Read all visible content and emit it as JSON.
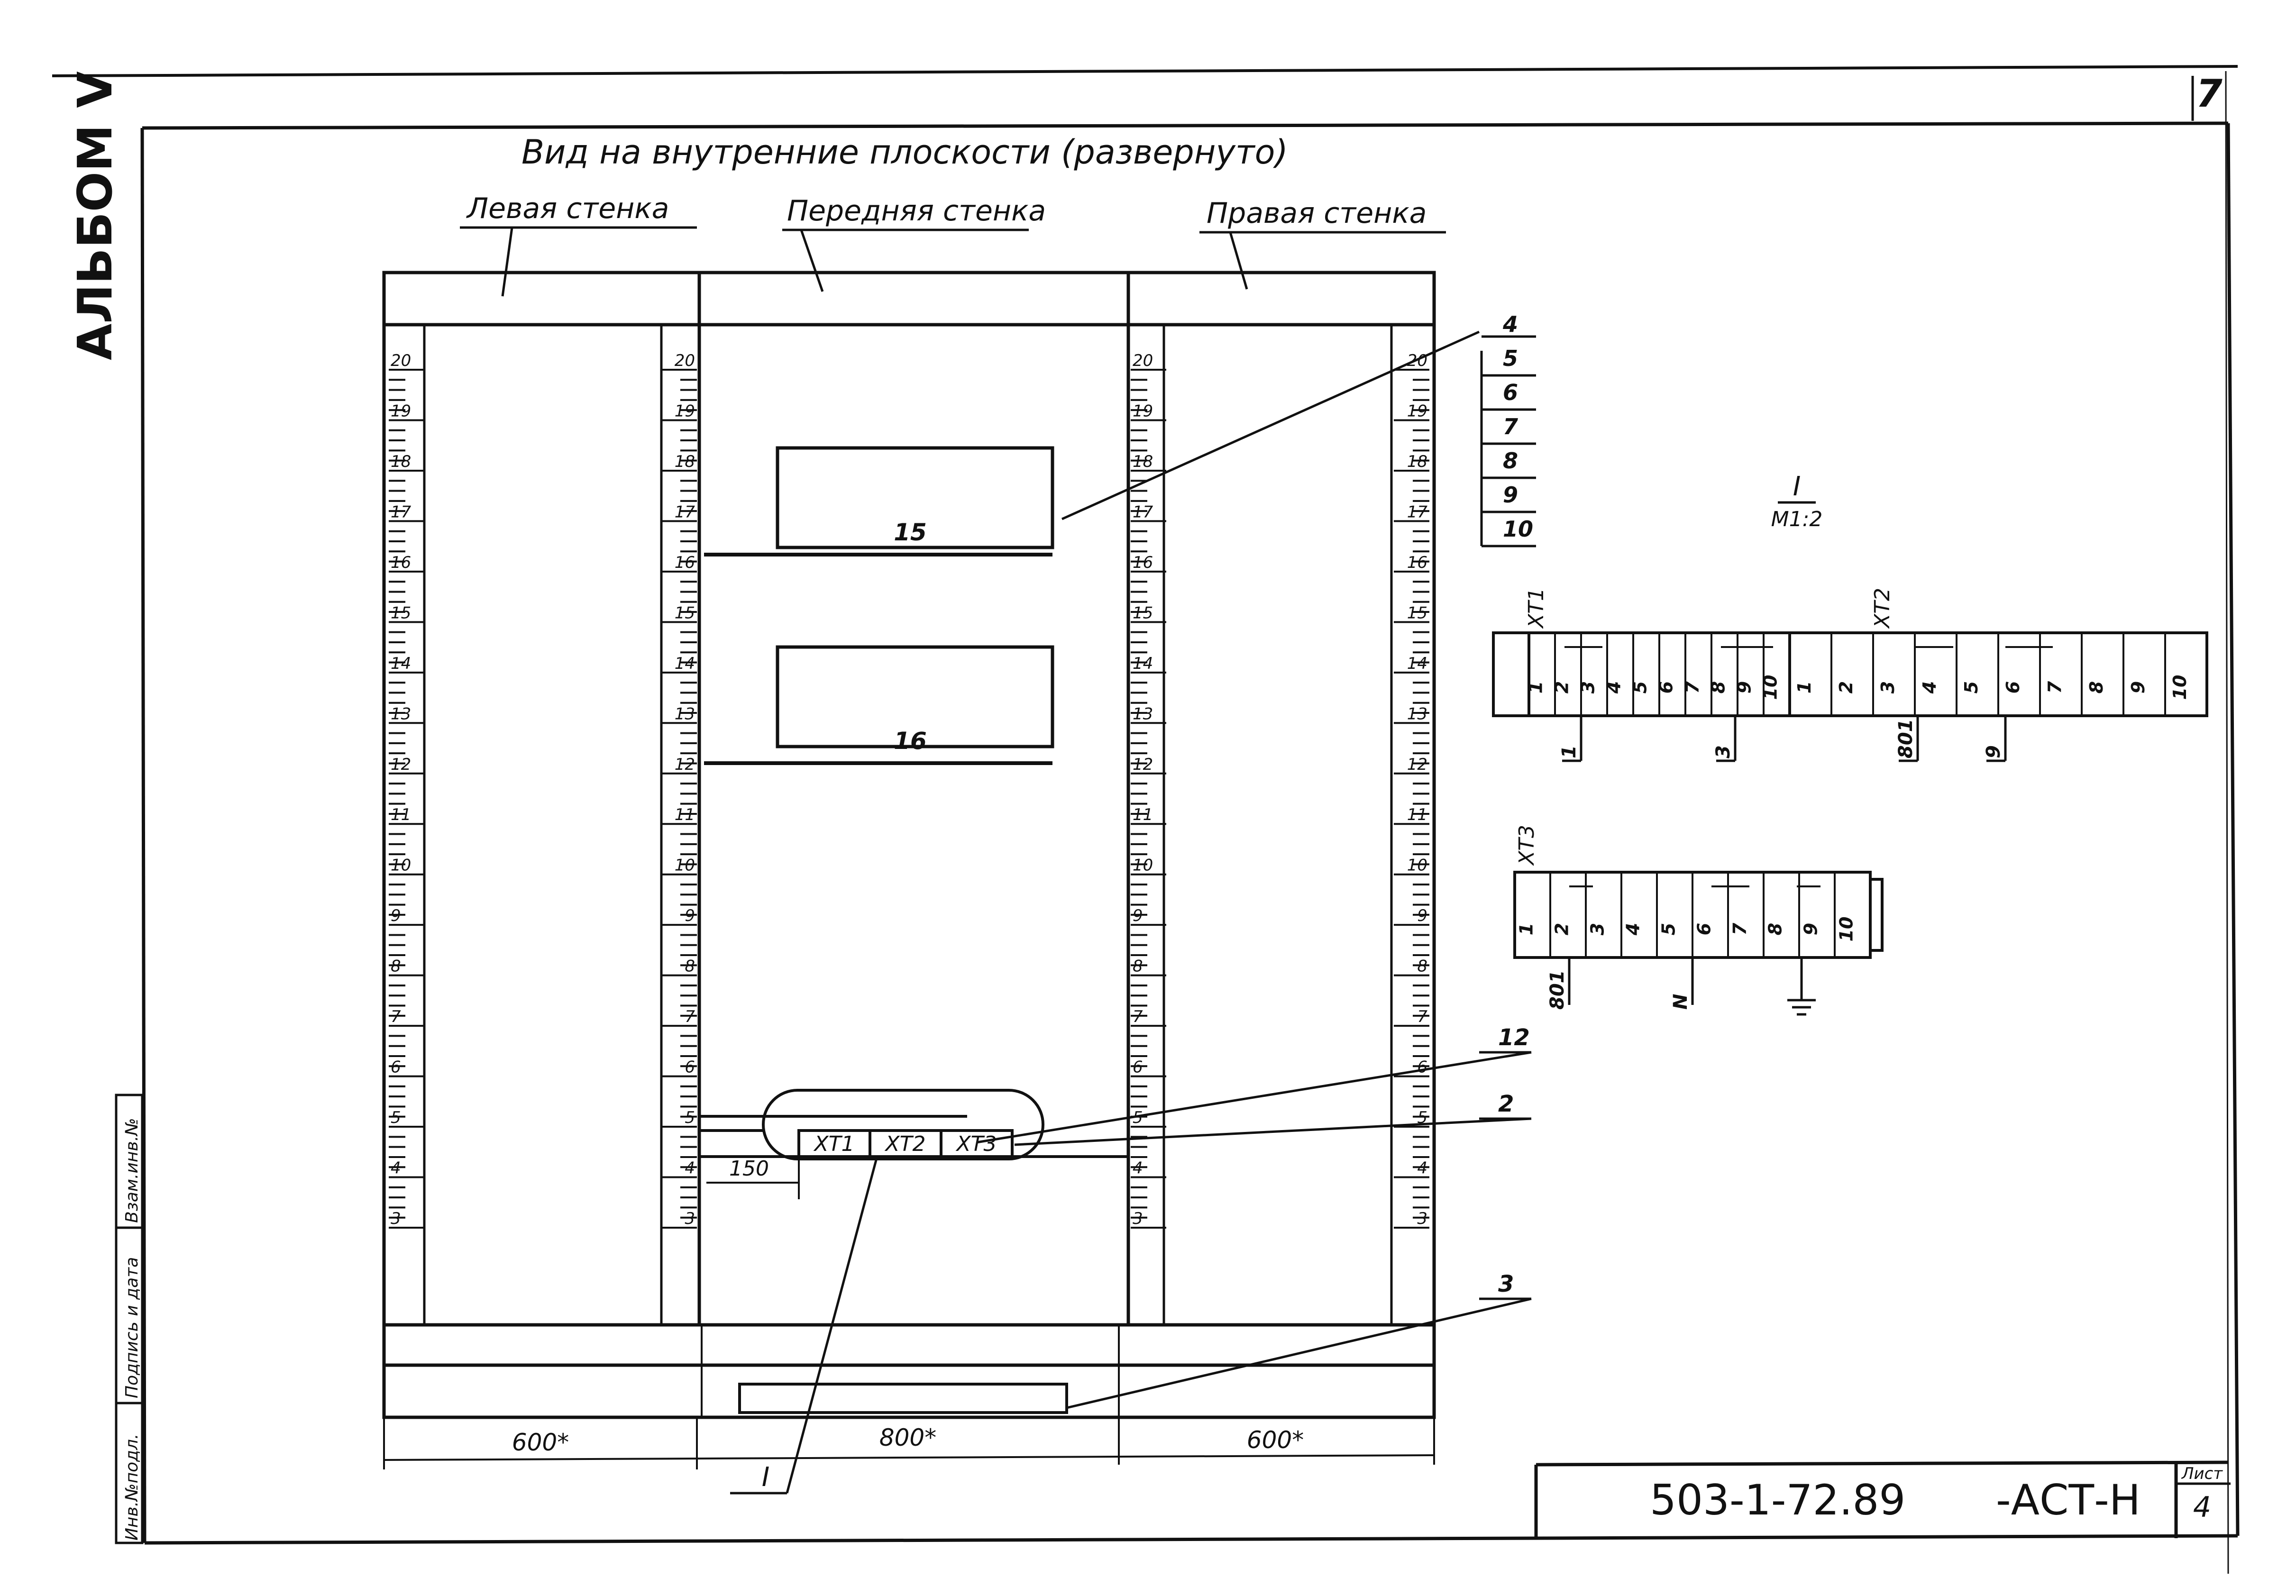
{
  "album_label": "АЛЬБОМ V",
  "sheet_corner_number": "7",
  "view_title": "Вид на внутренние плоскости (развернуто)",
  "walls": {
    "left": "Левая стенка",
    "front": "Передняя стенка",
    "right": "Правая стенка"
  },
  "scale_ticks": [
    "20",
    "19",
    "18",
    "17",
    "16",
    "15",
    "14",
    "13",
    "12",
    "11",
    "10",
    "9",
    "8",
    "7",
    "6",
    "5",
    "4",
    "3"
  ],
  "front_panels": {
    "upper_label": "15",
    "lower_label": "16"
  },
  "terminal_strip_labels": [
    "XT1",
    "XT2",
    "XT3"
  ],
  "offset_dimension": "150",
  "leader_numbers_stack": [
    "4",
    "5",
    "6",
    "7",
    "8",
    "9",
    "10"
  ],
  "leader_12": "12",
  "leader_2": "2",
  "leader_3": "3",
  "detail_callout": "I",
  "bottom_dimensions": [
    "600*",
    "800*",
    "600*"
  ],
  "detail_view": {
    "title": "I",
    "scale": "M1:2",
    "xt1_label": "XT1",
    "xt2_label": "XT2",
    "xt3_label": "XT3",
    "xt1_cells": [
      "1",
      "2",
      "3",
      "4",
      "5",
      "6",
      "7",
      "8",
      "9",
      "10"
    ],
    "xt2_cells": [
      "1",
      "2",
      "3",
      "4",
      "5",
      "6",
      "7",
      "8",
      "9",
      "10"
    ],
    "xt3_cells": [
      "1",
      "2",
      "3",
      "4",
      "5",
      "6",
      "7",
      "8",
      "9",
      "10"
    ],
    "wire_labels_top": [
      "1",
      "3",
      "801",
      "9"
    ],
    "wire_labels_bottom": [
      "801",
      "N"
    ]
  },
  "side_stamp": [
    "Инв.№подл.",
    "Подпись и дата",
    "Взам.инв.№"
  ],
  "title_block": {
    "doc_code": "503-1-72.89",
    "doc_suffix": "-АСТ-Н",
    "sheet_label": "Лист",
    "sheet_number": "4"
  }
}
